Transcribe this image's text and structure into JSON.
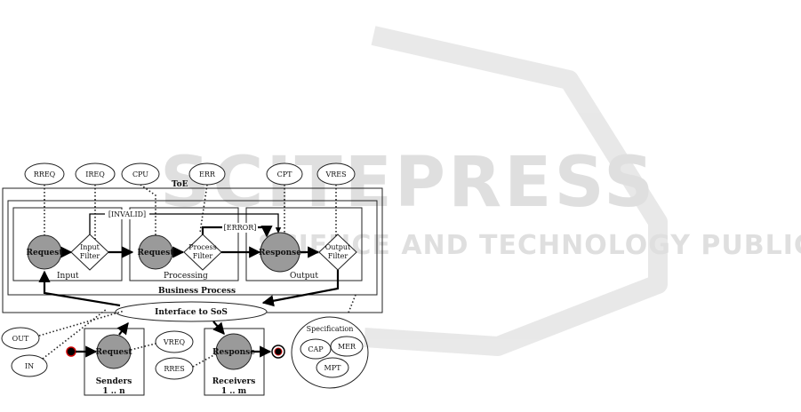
{
  "watermark": {
    "brand": "SCITEPRESS",
    "tagline": "SCIENCE AND TECHNOLOGY PUBLICATIONS"
  },
  "diagram": {
    "toe_label": "ToE",
    "business_process_label": "Business Process",
    "stages": {
      "input": "Input",
      "processing": "Processing",
      "output": "Output"
    },
    "nodes": {
      "request_input": "Request",
      "input_filter": [
        "Input",
        "Filter"
      ],
      "request_processing": "Request",
      "process_filter": [
        "Process",
        "Filter"
      ],
      "response": "Response",
      "output_filter": [
        "Output",
        "Filter"
      ],
      "sender_request": "Request",
      "receiver_response": "Response"
    },
    "guards": {
      "invalid": "[INVALID]",
      "error": "[ERROR]"
    },
    "metrics_top": [
      "RREQ",
      "IREQ",
      "CPU",
      "ERR",
      "CPT",
      "VRES"
    ],
    "metrics_left": [
      "OUT",
      "IN"
    ],
    "metrics_senders": "VREQ",
    "metrics_receivers": "RRES",
    "interface_label": "Interface to SoS",
    "senders": {
      "label": "Senders",
      "multiplicity": "1 .. n"
    },
    "receivers": {
      "label": "Receivers",
      "multiplicity": "1 .. m"
    },
    "specification": {
      "label": "Specification",
      "items": [
        "CAP",
        "MER",
        "MPT"
      ]
    }
  }
}
